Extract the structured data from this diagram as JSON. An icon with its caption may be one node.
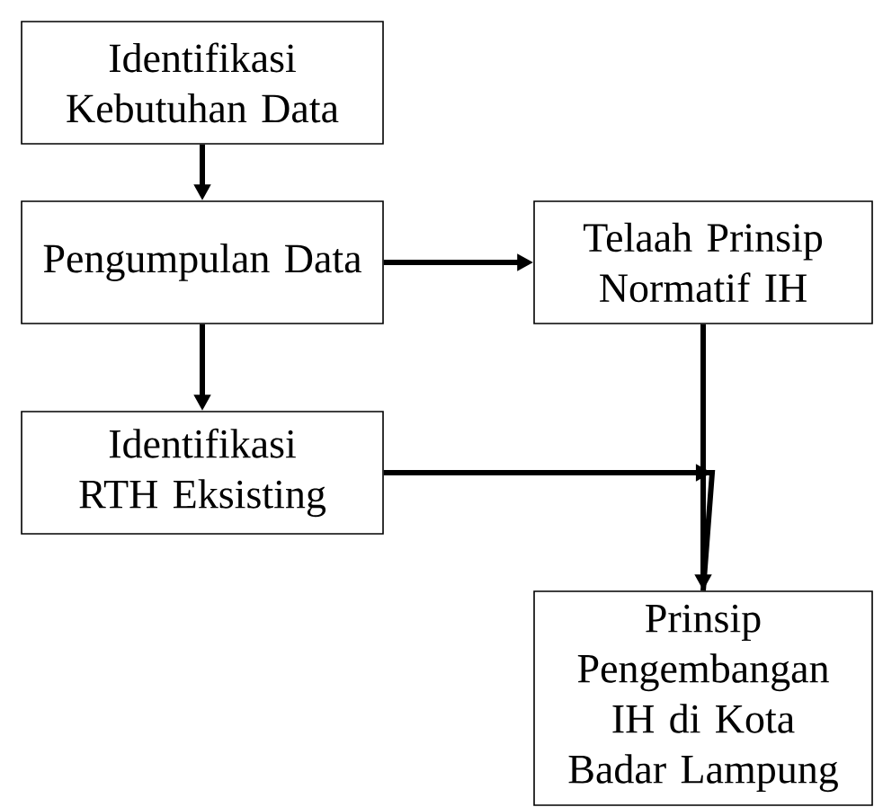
{
  "diagram": {
    "nodes": [
      {
        "text": [
          "Identifikasi Kebutuhan Data"
        ]
      },
      {
        "text": [
          "Pengumpulan Data"
        ]
      },
      {
        "text": [
          "Telaah Prinsip Normatif IH"
        ]
      },
      {
        "text": [
          "Identifikasi RTH Eksisting"
        ]
      },
      {
        "text": [
          "Prinsip Pengembangan IH di Kota Badar Lampung"
        ]
      }
    ],
    "edges": [
      {
        "from": 0,
        "to": 1,
        "arrow": "to"
      },
      {
        "from": 1,
        "to": 2,
        "arrow": "to"
      },
      {
        "from": 1,
        "to": 3,
        "arrow": "to"
      },
      {
        "from": 2,
        "to": 4,
        "arrow": "to"
      },
      {
        "from": 3,
        "to": 4,
        "arrow": "to"
      }
    ]
  }
}
